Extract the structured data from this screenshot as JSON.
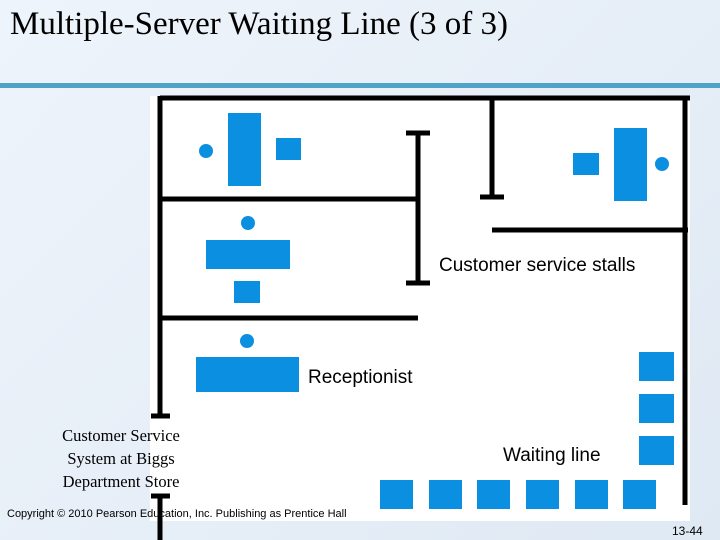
{
  "slide": {
    "title": "Multiple-Server Waiting Line (3 of 3)",
    "accent_color": "#4fa3c7",
    "page_number": "13-44",
    "copyright": "Copyright © 2010 Pearson Education, Inc. Publishing as Prentice Hall"
  },
  "diagram": {
    "labels": {
      "stalls": "Customer service stalls",
      "receptionist": "Receptionist",
      "waiting_line": "Waiting line"
    },
    "caption_lines": [
      "Customer Service",
      "System at Biggs",
      "Department Store"
    ],
    "shape_color": "#0b8fe0",
    "wall_color": "#000000"
  }
}
